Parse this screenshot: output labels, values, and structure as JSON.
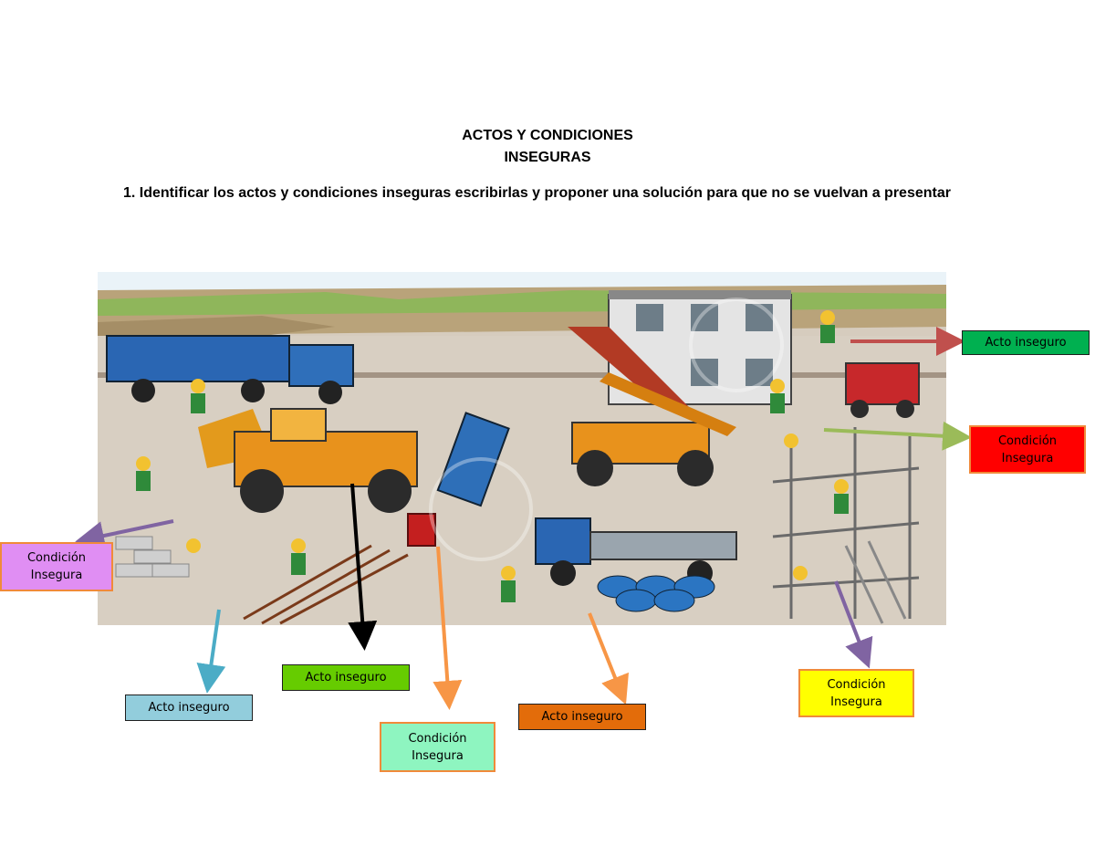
{
  "title_line1": "ACTOS Y CONDICIONES",
  "title_line2": "INSEGURAS",
  "instruction": "1.  Identificar los actos y condiciones inseguras escribirlas y proponer una solución para que no se vuelvan a presentar",
  "colors": {
    "green_dark": "#00b050",
    "red": "#ff0000",
    "violet": "#e08ef3",
    "light_blue": "#92cddc",
    "lime": "#66cc00",
    "mint": "#8ef5c0",
    "orange": "#e36c0a",
    "yellow": "#ffff00"
  },
  "labels": {
    "acto_1": "Acto inseguro",
    "condicion_1a": "Condición",
    "condicion_1b": "Insegura",
    "condicion_2a": "Condición",
    "condicion_2b": "Insegura",
    "acto_2": "Acto inseguro",
    "acto_3": "Acto inseguro",
    "condicion_3a": "Condición",
    "condicion_3b": "Insegura",
    "acto_4": "Acto inseguro",
    "condicion_4a": "Condición",
    "condicion_4b": "Insegura"
  }
}
